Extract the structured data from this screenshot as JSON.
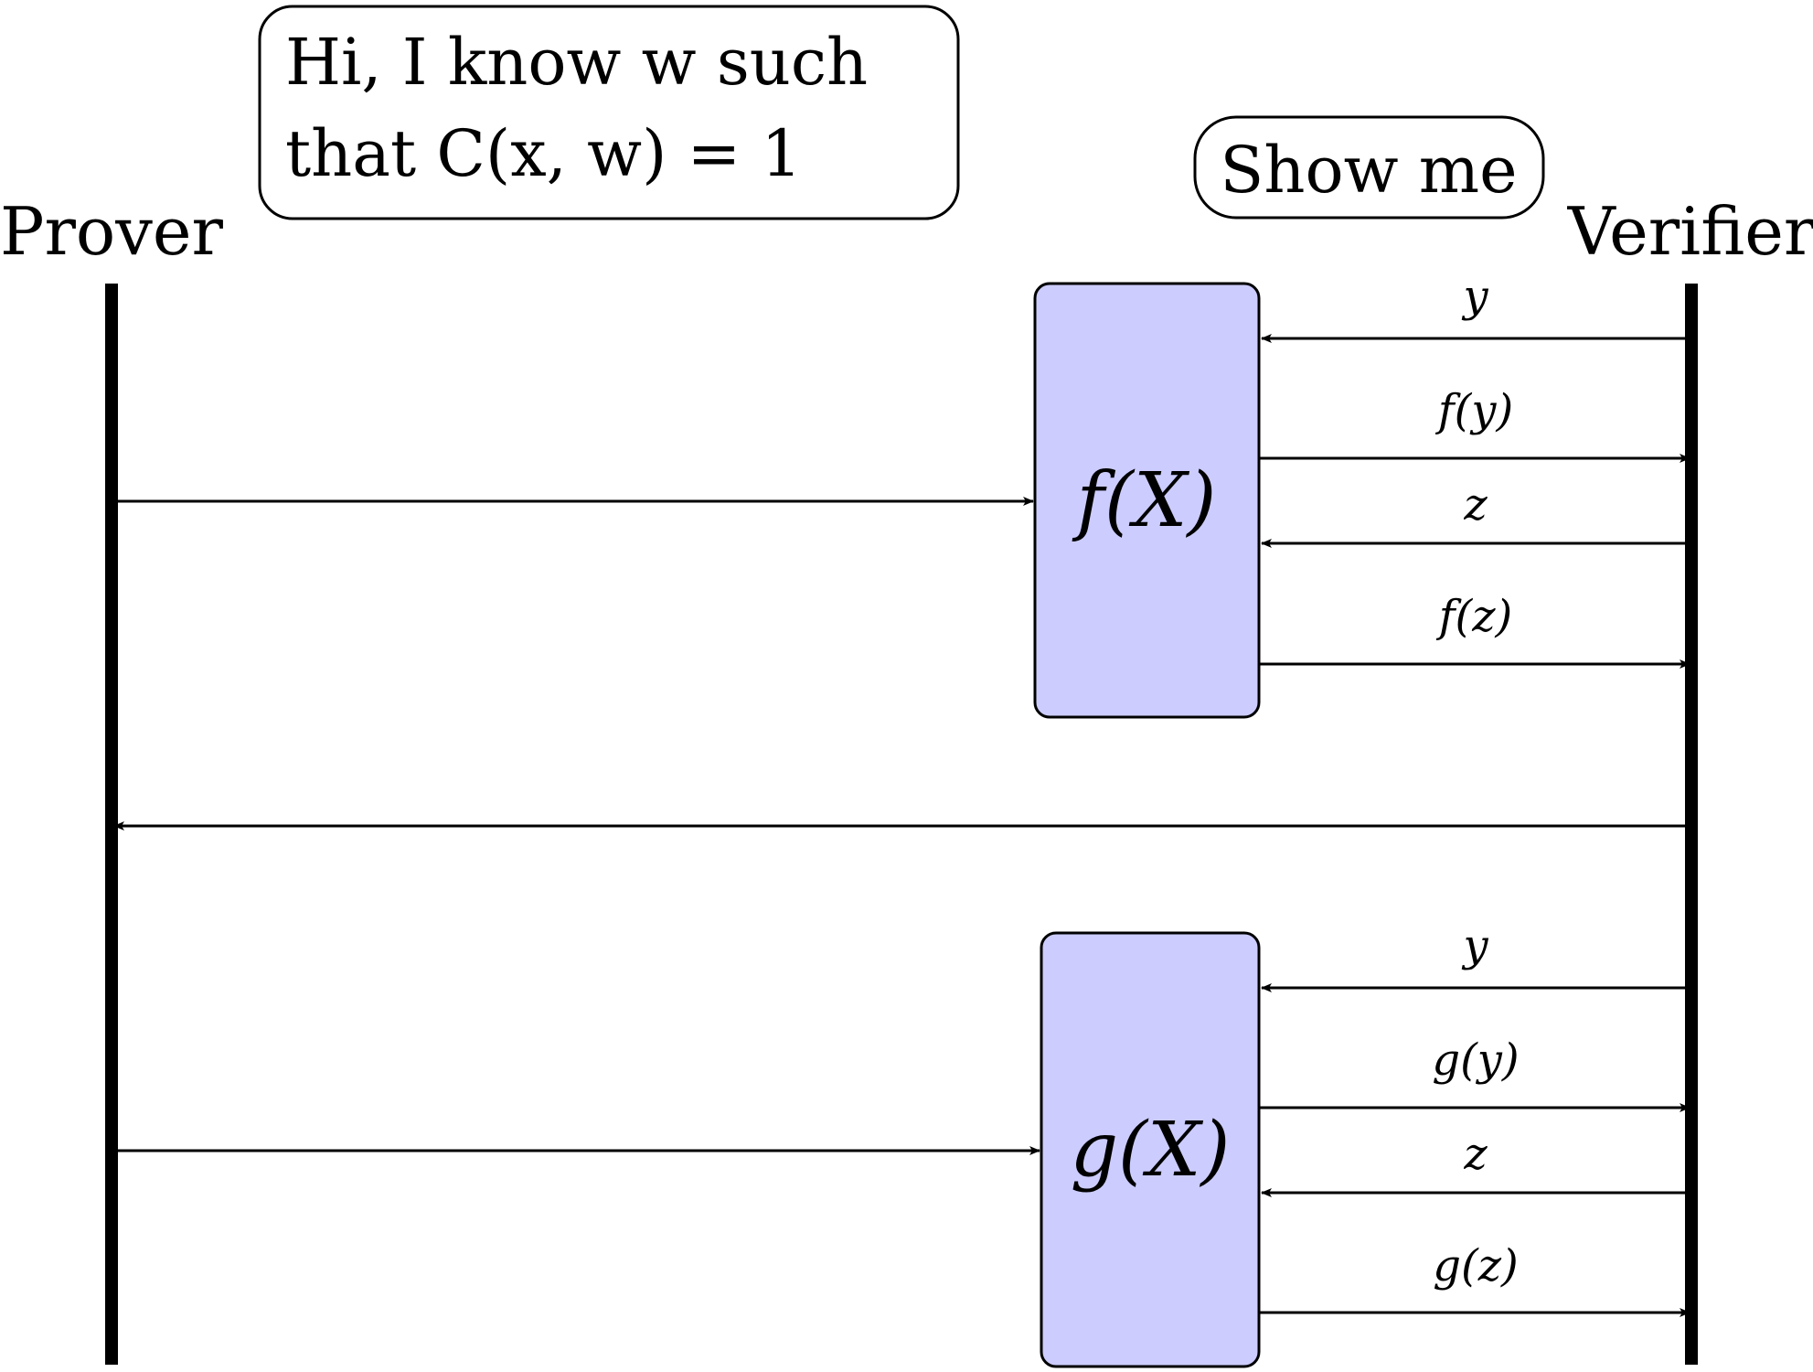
{
  "actors": {
    "prover": "Prover",
    "verifier": "Verifier"
  },
  "bubbles": {
    "prover_line1": "Hi, I know w such",
    "prover_line2": "that C(x, w) = 1",
    "verifier": "Show me"
  },
  "boxes": {
    "top": "f(X)",
    "bottom": "g(X)",
    "fill": "#ccccff"
  },
  "messages": {
    "top": [
      "y",
      "f(y)",
      "z",
      "f(z)"
    ],
    "bottom": [
      "y",
      "g(y)",
      "z",
      "g(z)"
    ]
  }
}
